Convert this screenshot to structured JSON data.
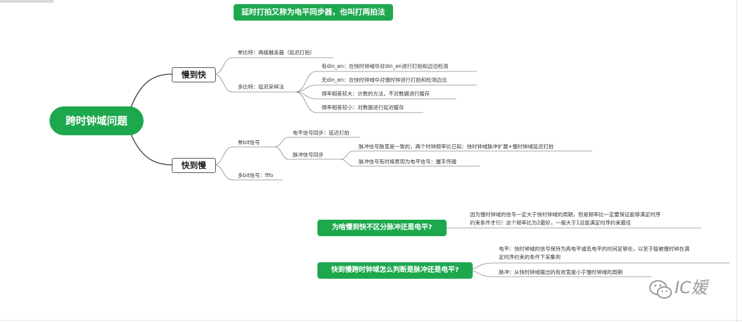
{
  "banner": "延时打拍又称为电平同步器，也叫打两拍法",
  "root": "跨时钟域问题",
  "slow_to_fast": {
    "label": "慢到快",
    "single_bit": "单比特：两级触发器（延迟打拍）",
    "multi_bit": "多比特：延迟采样法",
    "items": [
      "有din_en：在快时钟域中对din_en进行打拍和边沿检测",
      "无din_en：在快时钟域中对慢时钟进行打拍和检测边沿",
      "频率相差较大：计数的方法，不对数据进行缓存",
      "频率相差较小：对数据进行延迟缓存"
    ]
  },
  "fast_to_slow": {
    "label": "快到慢",
    "single_bit": "单bit信号",
    "level_sync": "电平信号同步：延迟打拍",
    "pulse_sync": "脉冲信号同步",
    "pulse_items": [
      "脉冲信号脉宽是一致的，两个时钟频率比已知：快时钟域脉冲扩展+慢时钟域延迟打拍",
      "脉冲信号有时候表现为电平信号：握手传输"
    ],
    "multi_bit": "多bit信号：fifo"
  },
  "questions": [
    {
      "question": "为啥慢到快不区分脉冲还是电平?",
      "answer_lines": [
        "因为慢时钟域的信号一定大于快时钟域的周期，但是频率比一定要保证能够满足时序",
        "约束条件才行！这个频率比为2最好，一般大于1且能满足时序约束最佳"
      ]
    },
    {
      "question": "快到慢跨时钟域怎么判断是脉冲还是电平?",
      "answer_level_lines": [
        "电平：快时钟域的信号保持为高电平或低电平的时间足够长，以至于能被慢时钟在满",
        "足时序约束的条件下采集到"
      ],
      "answer_pulse": "脉冲：从快时钟域输出的有效宽度小于慢时钟域的周期"
    }
  ],
  "watermark": "IC媛",
  "colors": {
    "node_green": "#1ea84e",
    "line": "#555555",
    "underline": "#888888"
  }
}
